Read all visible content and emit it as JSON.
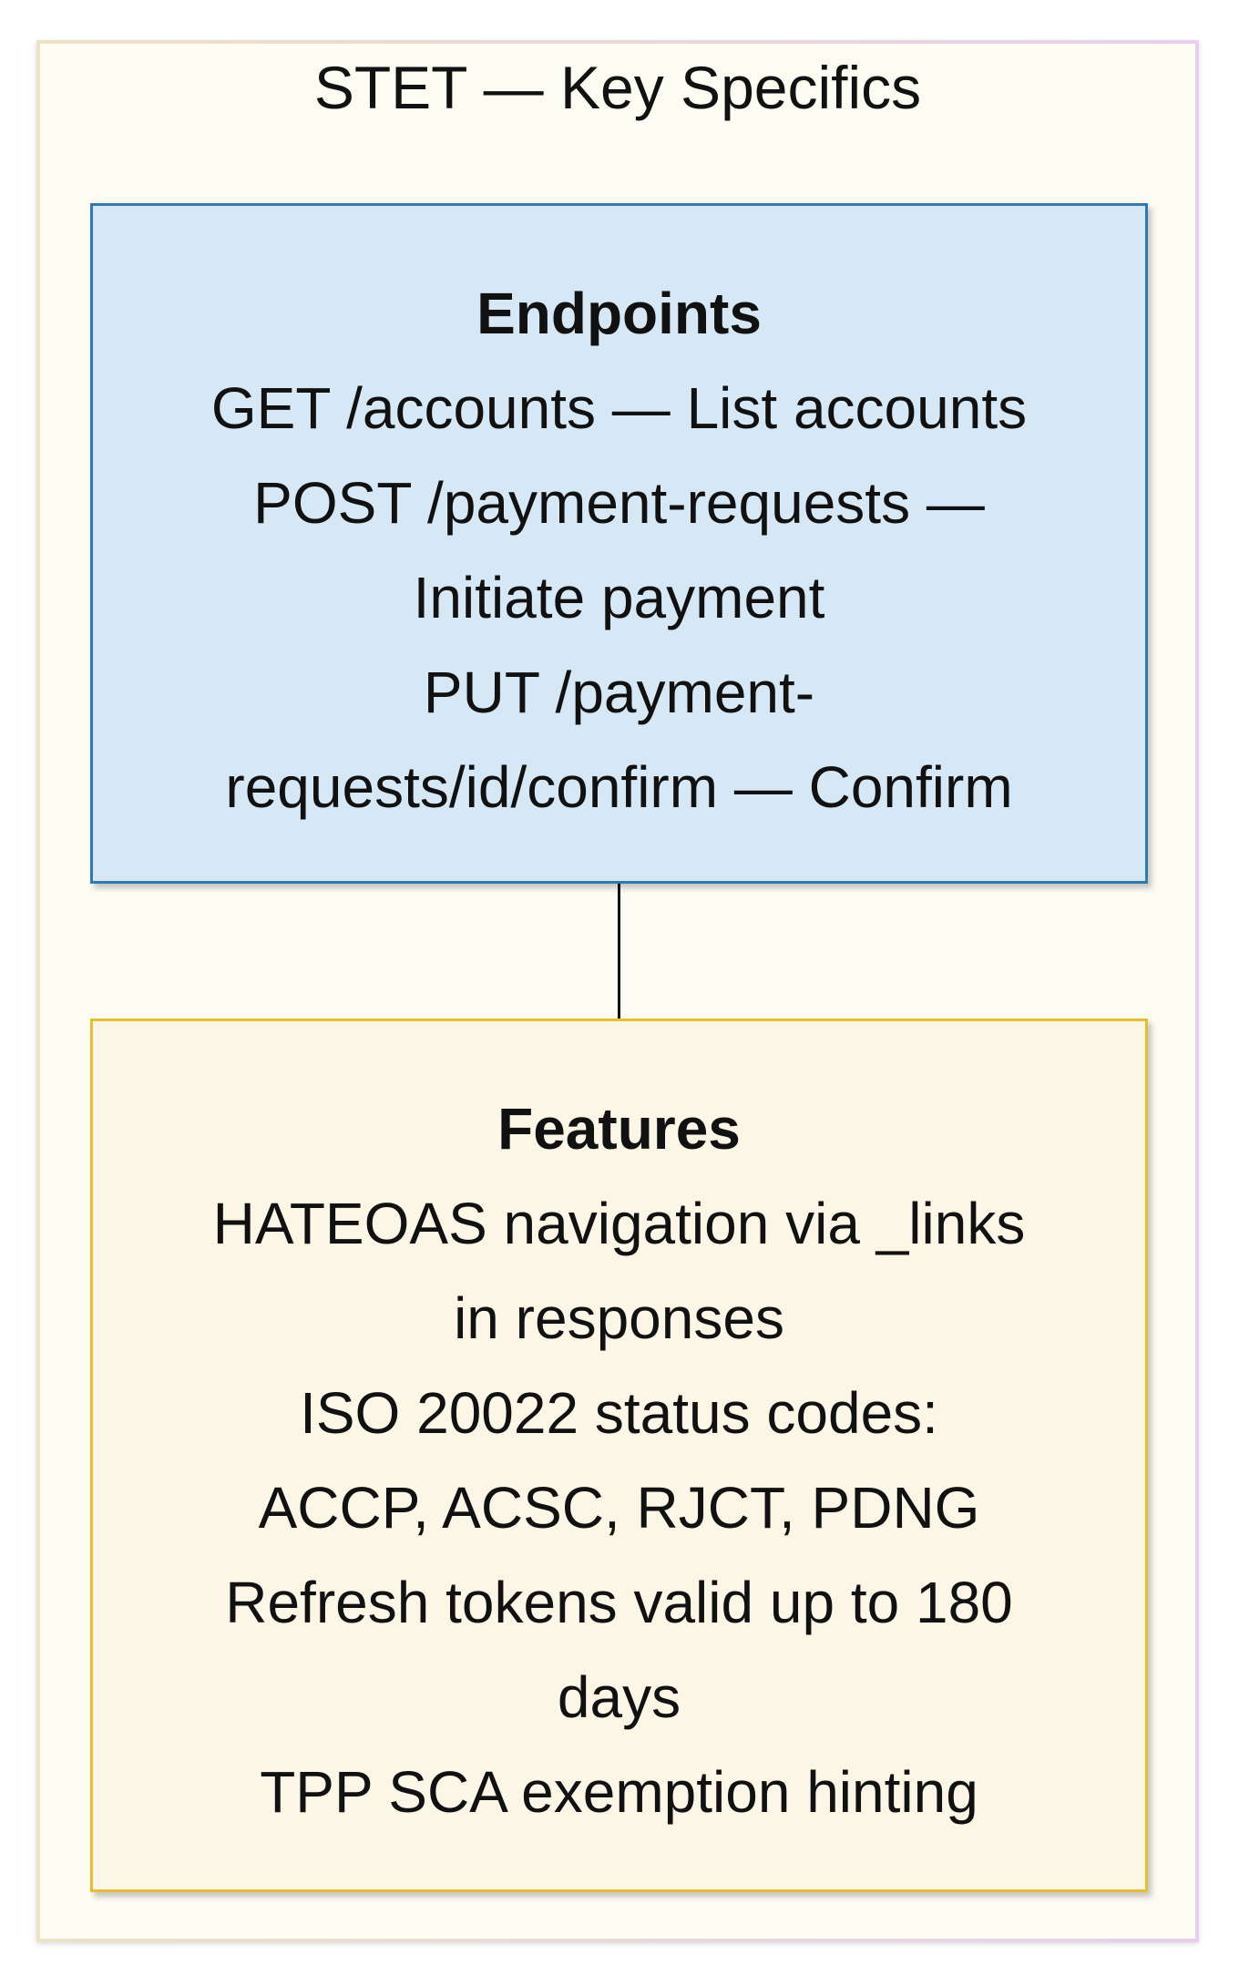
{
  "diagram": {
    "title": "STET — Key Specifics",
    "endpoints": {
      "title": "Endpoints",
      "lines": [
        "GET /accounts — List accounts",
        "POST /payment-requests —",
        "Initiate payment",
        "PUT /payment-",
        "requests/id/confirm — Confirm"
      ]
    },
    "features": {
      "title": "Features",
      "lines": [
        "HATEOAS navigation via _links",
        "in responses",
        "ISO 20022 status codes:",
        "ACCP, ACSC, RJCT, PDNG",
        "Refresh tokens valid up to 180",
        "days",
        "TPP SCA exemption hinting"
      ]
    },
    "colors": {
      "frame_fill": "#fdfcf3",
      "endpoints_fill": "#d6e8f6",
      "endpoints_border": "#2f7ab4",
      "features_fill": "#fcf6e6",
      "features_border": "#e6be2e",
      "connector": "#111111"
    }
  }
}
